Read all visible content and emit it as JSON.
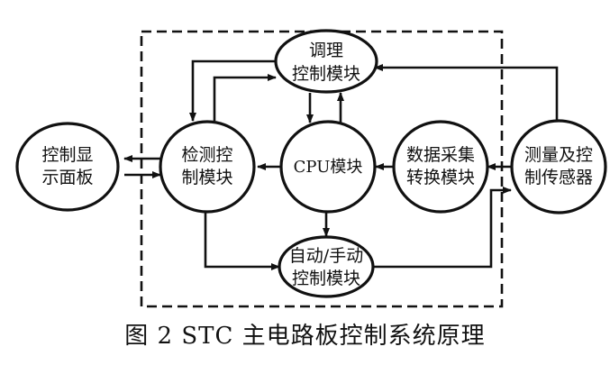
{
  "caption": "图 2 STC 主电路板控制系统原理",
  "nodes": {
    "control_display_panel": [
      "控制显",
      "示面板"
    ],
    "detection_control_module": [
      "检测控",
      "制模块"
    ],
    "conditioning_control_module": [
      "调理",
      "控制模块"
    ],
    "cpu_module": [
      "CPU模块"
    ],
    "auto_manual_control_module": [
      "自动/手动",
      "控制模块"
    ],
    "data_acquisition_conversion_module": [
      "数据采集",
      "转换模块"
    ],
    "measurement_control_sensor": [
      "测量及控",
      "制传感器"
    ]
  }
}
